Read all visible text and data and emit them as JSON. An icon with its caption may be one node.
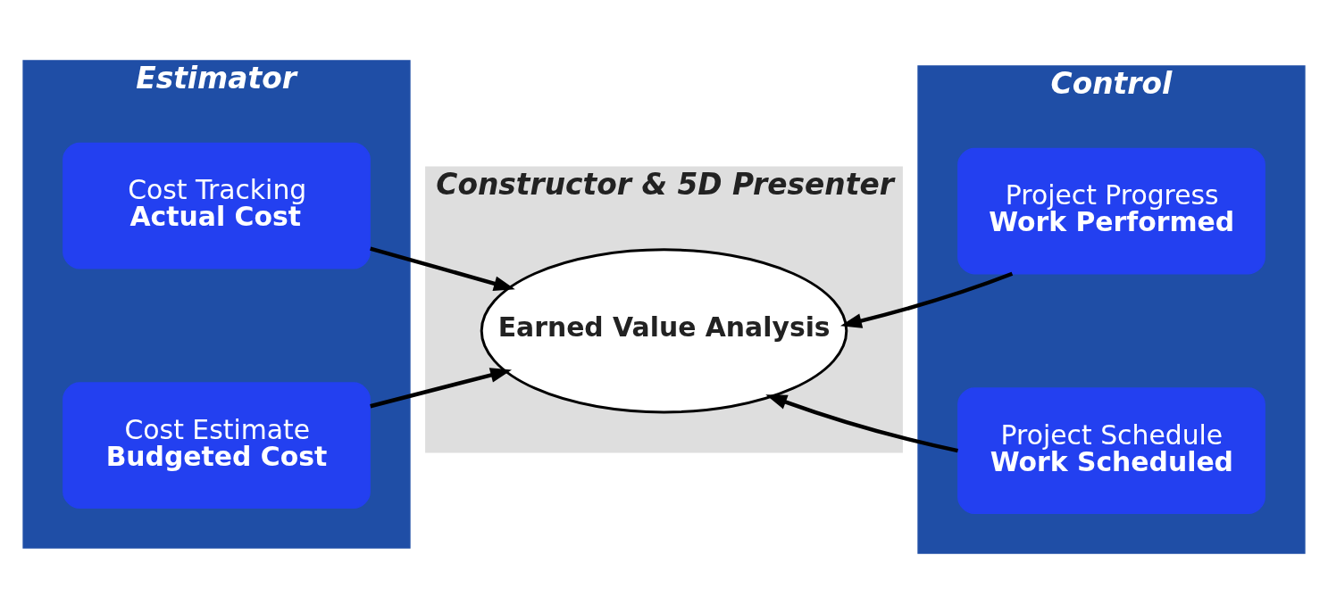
{
  "diagram": {
    "nodes": [
      {
        "text": [
          "Estimator"
        ]
      },
      {
        "text": [
          "Cost Tracking",
          "Actual Cost"
        ],
        "in": 0
      },
      {
        "text": [
          "Cost Estimate",
          "Budgeted Cost"
        ],
        "in": 0
      },
      {
        "text": [
          "Constructor & 5D Presenter"
        ]
      },
      {
        "text": [
          "Earned Value Analysis"
        ],
        "in": 3
      },
      {
        "text": [
          "Control"
        ]
      },
      {
        "text": [
          "Project Progress",
          "Work Performed"
        ],
        "in": 5
      },
      {
        "text": [
          "Project Schedule",
          "Work Scheduled"
        ],
        "in": 5
      }
    ],
    "edges": [
      {
        "from": 1,
        "to": 4,
        "arrow": "to"
      },
      {
        "from": 2,
        "to": 4,
        "arrow": "to"
      },
      {
        "from": 6,
        "to": 4,
        "arrow": "to"
      },
      {
        "from": 7,
        "to": 4,
        "arrow": "to"
      }
    ]
  }
}
